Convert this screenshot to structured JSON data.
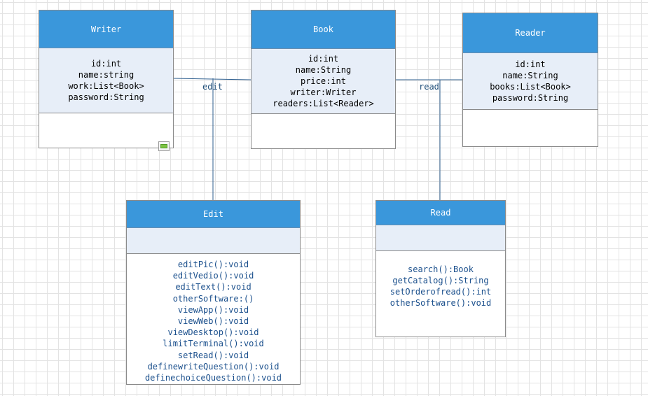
{
  "classes": {
    "writer": {
      "name": "Writer",
      "attributes": [
        "id:int",
        "name:string",
        "work:List<Book>",
        "password:String"
      ],
      "operations": []
    },
    "book": {
      "name": "Book",
      "attributes": [
        "id:int",
        "name:String",
        "price:int",
        "writer:Writer",
        "readers:List<Reader>"
      ],
      "operations": []
    },
    "reader": {
      "name": "Reader",
      "attributes": [
        "id:int",
        "name:String",
        "books:List<Book>",
        "password:String"
      ],
      "operations": []
    },
    "edit": {
      "name": "Edit",
      "attributes": [],
      "operations": [
        "editPic():void",
        "editVedio():void",
        "editText():void",
        "otherSoftware:()",
        "viewApp():void",
        "viewWeb():void",
        "viewDesktop():void",
        "limitTerminal():void",
        "setRead():void",
        "definewriteQuestion():void",
        "definechoiceQuestion():void"
      ]
    },
    "read": {
      "name": "Read",
      "attributes": [],
      "operations": [
        "search():Book",
        "getCatalog():String",
        "setOrderofread():int",
        "otherSoftware():void"
      ]
    }
  },
  "connections": {
    "edit_label": "edit",
    "read_label": "read"
  },
  "colors": {
    "header": "#3a97db",
    "attributes_bg": "#e7eef8",
    "line": "#1f4e79",
    "operation_text": "#1a4f8c"
  }
}
